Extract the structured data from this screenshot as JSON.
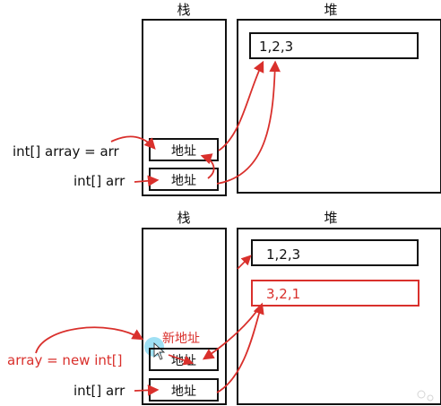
{
  "top": {
    "stack_title": "栈",
    "heap_title": "堆",
    "heap_value": "1,2,3",
    "address_upper": "地址",
    "address_lower": "地址",
    "label_upper": "int[] array = arr",
    "label_lower": "int[] arr"
  },
  "bottom": {
    "stack_title": "栈",
    "heap_title": "堆",
    "heap_value_old": "1,2,3",
    "heap_value_new": "3,2,1",
    "new_address_note": "新地址",
    "address_upper": "地址",
    "address_lower": "地址",
    "label_upper": "array = new int[]",
    "label_lower": "int[] arr"
  },
  "colors": {
    "ink": "#111111",
    "annotation": "#d9302c",
    "cursor_highlight": "#7fd6f0"
  }
}
